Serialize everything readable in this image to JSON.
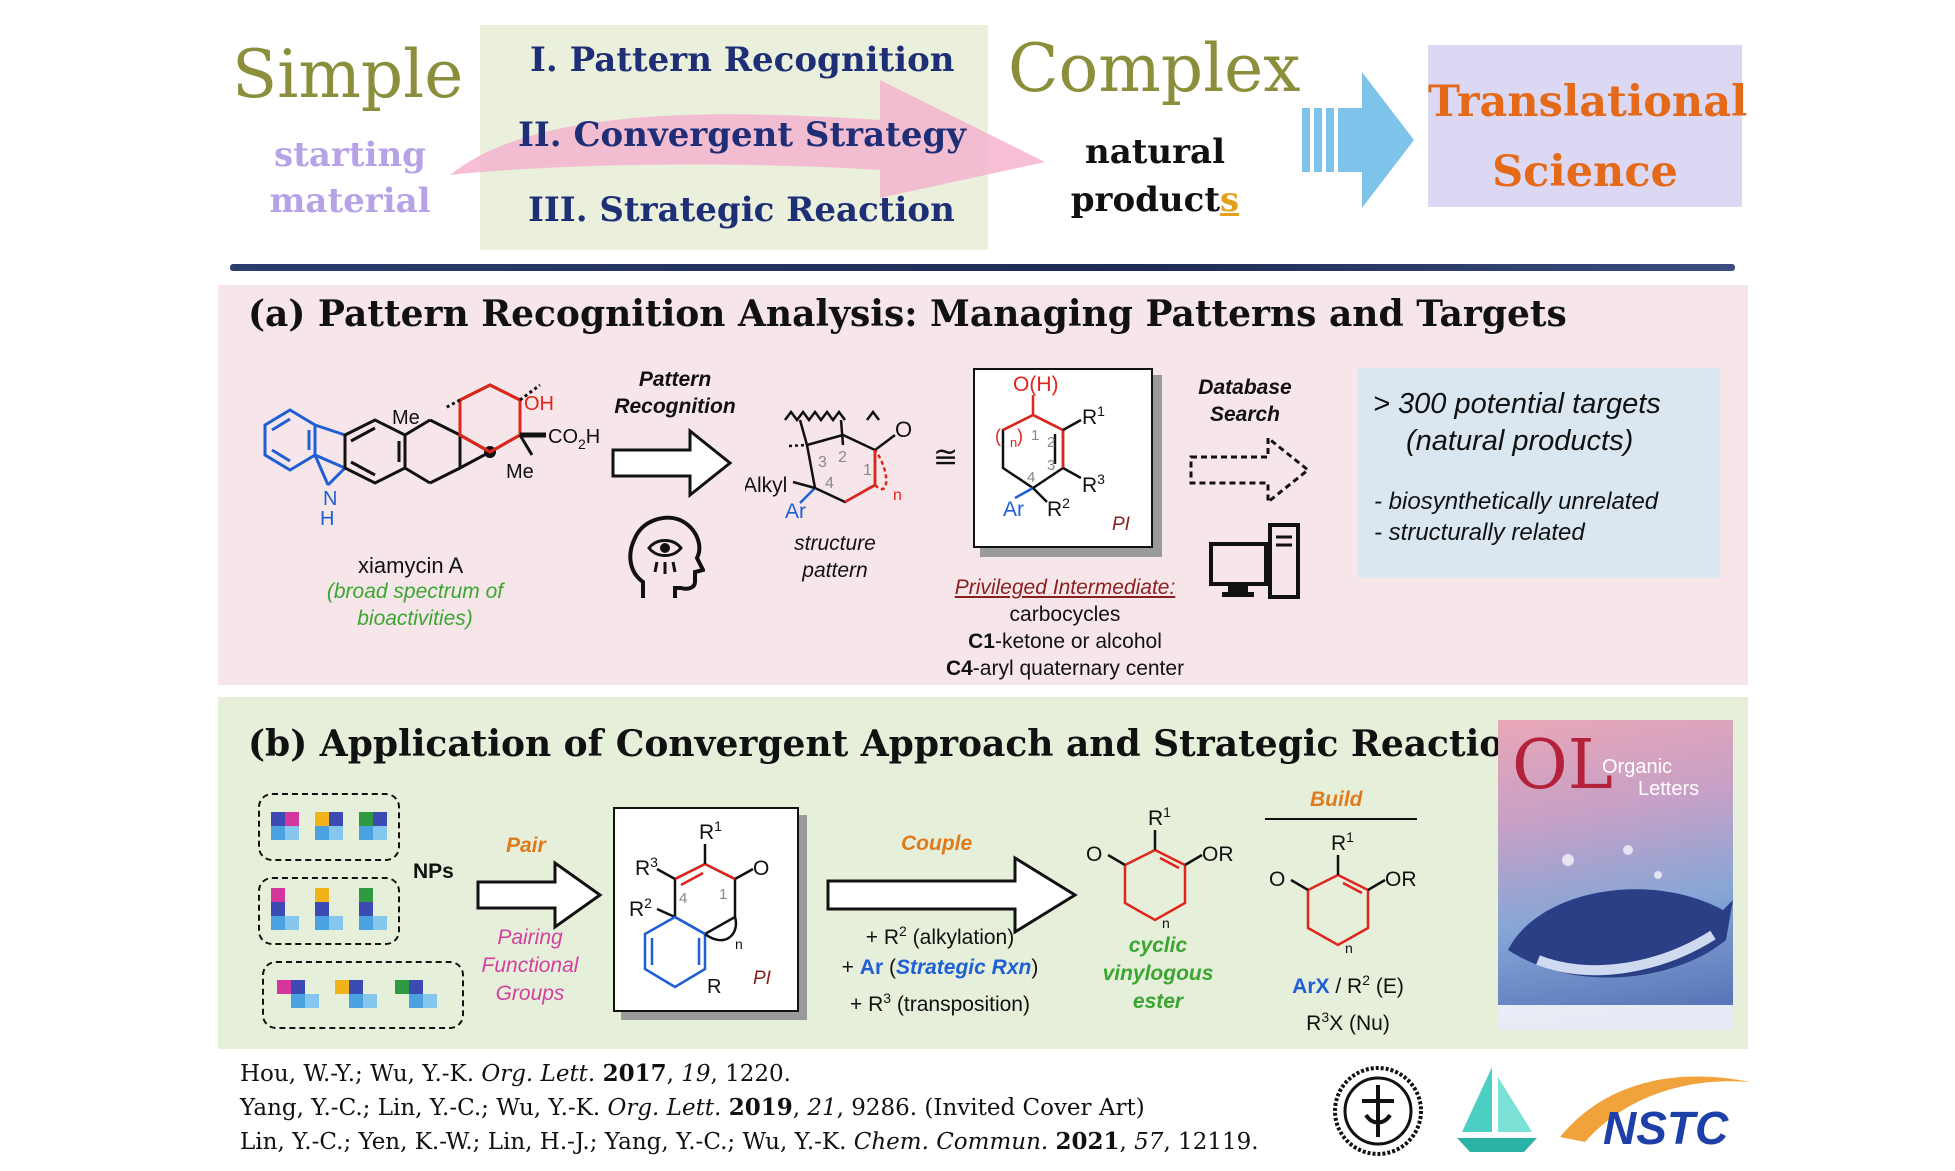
{
  "header": {
    "simple": "Simple",
    "starting_material": [
      "starting",
      "material"
    ],
    "strategies": [
      "I. Pattern Recognition",
      "II. Convergent Strategy",
      "III. Strategic Reaction"
    ],
    "complex": "Complex",
    "natural_products": [
      "natural",
      "product",
      "s"
    ],
    "translational": [
      "Translational",
      "Science"
    ]
  },
  "panel_a": {
    "title": "(a) Pattern Recognition Analysis: Managing Patterns and Targets",
    "molecule_labels": {
      "oh": "OH",
      "me_top": "Me",
      "co2h_main": "CO",
      "co2h_sub": "2",
      "co2h_end": "H",
      "me_bottom": "Me",
      "nh_n": "N",
      "nh_h": "H"
    },
    "xiamycin_name": "xiamycin A",
    "xiamycin_desc": [
      "(broad spectrum of",
      "bioactivities)"
    ],
    "pattern_recognition": [
      "Pattern",
      "Recognition"
    ],
    "structure_labels": {
      "alkyl": "Alkyl",
      "ar": "Ar",
      "o": "O",
      "n": "n",
      "num1": "1",
      "num2": "2",
      "num3": "3",
      "num4": "4"
    },
    "structure_pattern": [
      "structure",
      "pattern"
    ],
    "congruent": "≅",
    "pi_labels": {
      "oh": "O(H)",
      "r1": "R",
      "r1_sup": "1",
      "r2": "R",
      "r2_sup": "2",
      "r3": "R",
      "r3_sup": "3",
      "ar": "Ar",
      "n": "n",
      "pi": "PI",
      "paren_open": "(",
      "paren_close": ")",
      "num1": "1",
      "num2": "2",
      "num3": "3",
      "num4": "4"
    },
    "privileged": "Privileged Intermediate:",
    "privileged_lines": [
      "carbocycles",
      "-ketone or alcohol",
      "-aryl quaternary center"
    ],
    "privileged_bold": [
      "C1",
      "C4"
    ],
    "database_search": [
      "Database",
      "Search"
    ],
    "targets": {
      "headline": "> 300 potential targets",
      "sub": "(natural products)",
      "bullets": [
        "- biosynthetically unrelated",
        "- structurally related"
      ]
    }
  },
  "panel_b": {
    "title": "(b) Application of Convergent Approach and Strategic Reaction",
    "nps": "NPs",
    "pair": "Pair",
    "pairing": [
      "Pairing",
      "Functional",
      "Groups"
    ],
    "pi_labels": {
      "r1": "R",
      "r1_sup": "1",
      "r2": "R",
      "r2_sup": "2",
      "r3": "R",
      "r3_sup": "3",
      "o": "O",
      "r": "R",
      "n": "n",
      "pi": "PI",
      "num1": "1",
      "num4": "4"
    },
    "couple": "Couple",
    "couple_lines": {
      "l1_pre": "+ R",
      "l1_sup": "2",
      "l1_post": " (alkylation)",
      "l2_pre": "+ ",
      "l2_ar": "Ar",
      "l2_open": " (",
      "l2_rxn": "Strategic Rxn",
      "l2_close": ")",
      "l3_pre": "+ R",
      "l3_sup": "3",
      "l3_post": " (transposition)"
    },
    "ester_labels": {
      "o": "O",
      "or": "OR",
      "r1": "R",
      "r1_sup": "1",
      "n": "n"
    },
    "cyclic_ester": [
      "cyclic",
      "vinylogous",
      "ester"
    ],
    "build": "Build",
    "build_labels": {
      "o": "O",
      "or": "OR",
      "r1": "R",
      "r1_sup": "1",
      "n": "n"
    },
    "build_lines": {
      "arx": "ArX",
      "slash_r": " / R",
      "r2_sup": "2",
      "e": " (E)",
      "r3": "R",
      "r3_sup": "3",
      "nu": "X (Nu)"
    }
  },
  "cover": {
    "ol": "OL",
    "title_line1": "Organic",
    "title_line2": "Letters"
  },
  "references": [
    {
      "authors": "Hou, W.-Y.; Wu, Y.-K. ",
      "journal": "Org. Lett.",
      "year": "2017",
      "vol": "19",
      "pages": ", 1220."
    },
    {
      "authors": "Yang, Y.-C.; Lin, Y.-C.; Wu, Y.-K. ",
      "journal": "Org. Lett.",
      "year": "2019",
      "vol": "21",
      "pages": ", 9286. (Invited Cover Art)"
    },
    {
      "authors": "Lin, Y.-C.; Yen, K.-W.; Lin, H.-J.; Yang, Y.-C.; Wu, Y.-K. ",
      "journal": "Chem. Commun.",
      "year": "2021",
      "vol": "57",
      "pages": ", 12119."
    }
  ],
  "logos": {
    "nstc": "NSTC"
  },
  "colors": {
    "panel_a_bg": "#f7e6e9",
    "panel_b_bg": "#e6efda",
    "strategy_bg": "#eaf0dc",
    "translational_bg": "#dcd7f2",
    "targets_bg": "#dae7f0",
    "blue": "#1f5fd6",
    "red": "#e0251c",
    "green": "#3aa62f",
    "orange": "#e07b1c",
    "magenta": "#d43fa0"
  }
}
